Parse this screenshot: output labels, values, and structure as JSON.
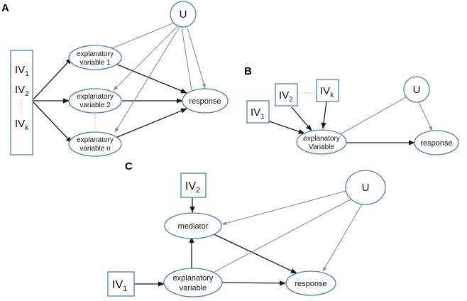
{
  "panels": {
    "a": "A",
    "b": "B",
    "c": "C"
  },
  "iv_prefix": "IV",
  "a": {
    "iv_sub_1": "1",
    "iv_sub_2": "2",
    "iv_sub_k": "k",
    "u": "U",
    "exp1": [
      "explanatory",
      "variable 1"
    ],
    "exp2": [
      "explanatory",
      "variable 2"
    ],
    "expn": [
      "explanatory",
      "variable n"
    ],
    "response": "response"
  },
  "b": {
    "iv_sub_1": "1",
    "iv_sub_2": "2",
    "iv_sub_k": "k",
    "u": "U",
    "exp": [
      "explanatory",
      "Variable"
    ],
    "response": "response"
  },
  "c": {
    "iv_sub_1": "1",
    "iv_sub_2": "2",
    "u": "U",
    "mediator": "mediator",
    "exp": [
      "explanatory",
      "variable"
    ],
    "response": "response"
  }
}
